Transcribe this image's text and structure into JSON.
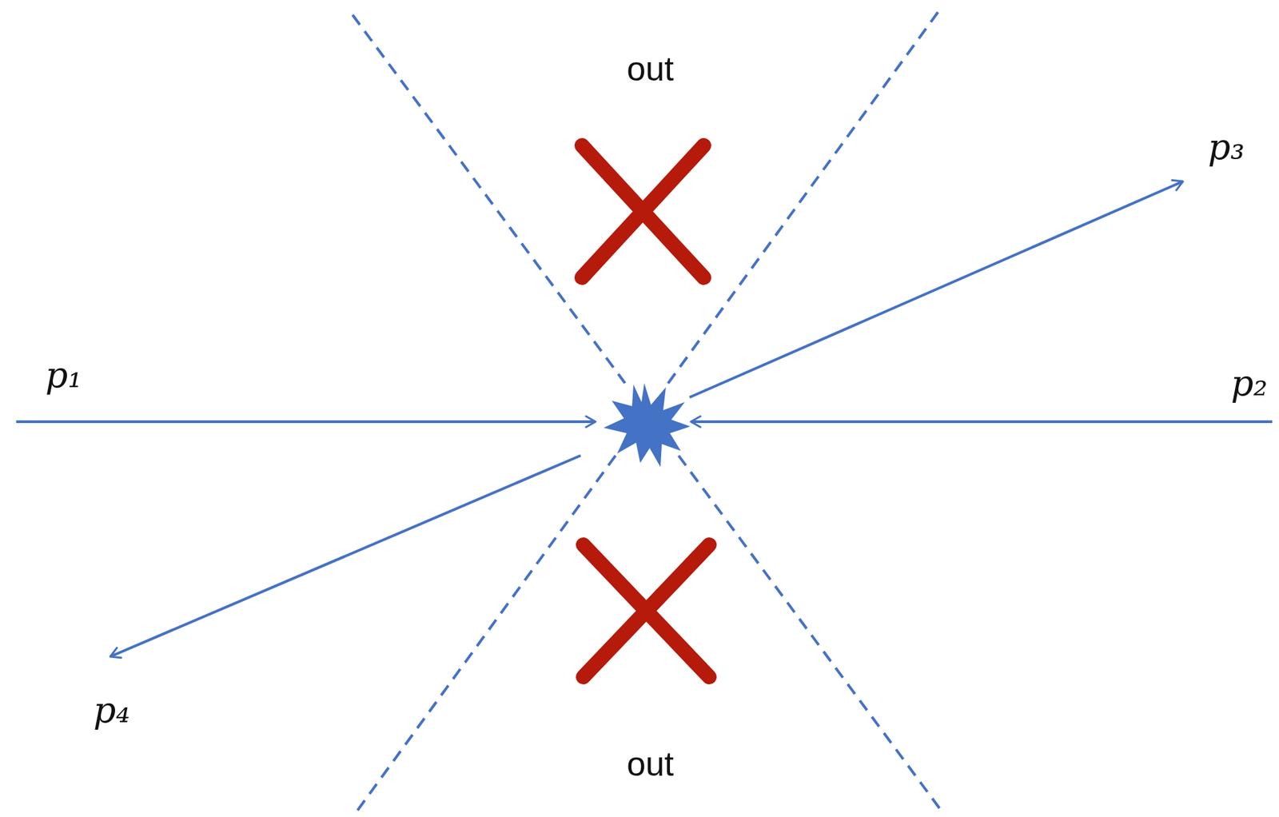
{
  "diagram": {
    "labels": [
      "p₁",
      "p₂",
      "p₃",
      "p₄",
      "out",
      "out"
    ]
  }
}
